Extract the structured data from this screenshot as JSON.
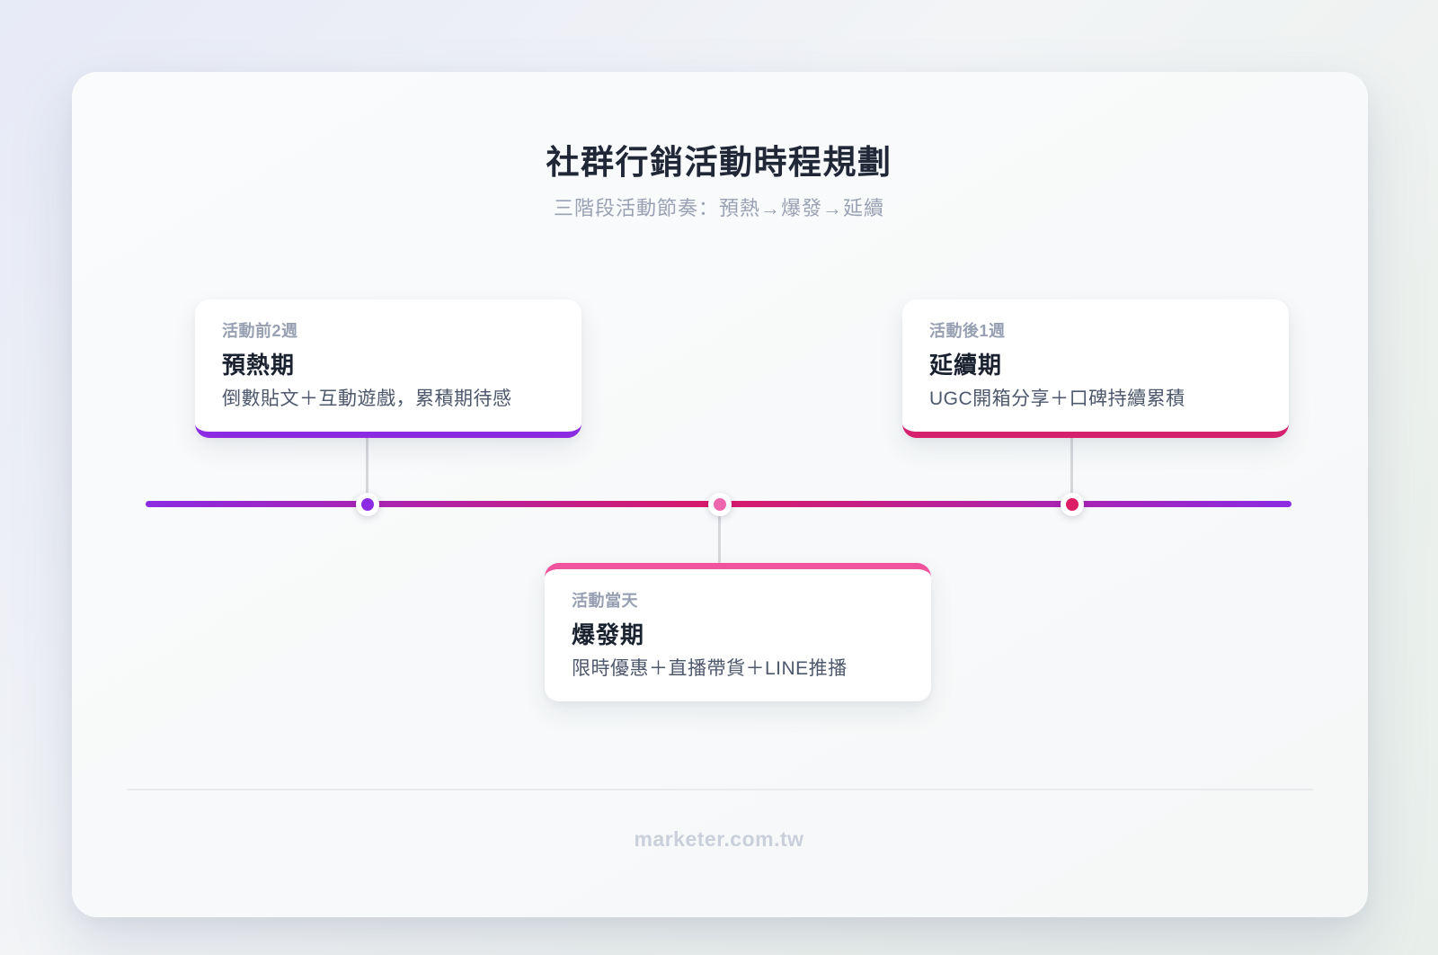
{
  "header": {
    "title": "社群行銷活動時程規劃",
    "subtitle": "三階段活動節奏：預熱→爆發→延續"
  },
  "timeline": {
    "line_gradient": [
      "#8B2BE2",
      "#D81A68",
      "#8B2BE2"
    ],
    "connector_color": "#D5D7DB",
    "phases": [
      {
        "period": "活動前2週",
        "name": "預熱期",
        "description": "倒數貼文＋互動遊戲，累積期待感",
        "accent_color": "#8B2BE2",
        "dot_color": "#8B2BE2",
        "card_position": "above"
      },
      {
        "period": "活動當天",
        "name": "爆發期",
        "description": "限時優惠＋直播帶貨＋LINE推播",
        "accent_color": "#EF549C",
        "dot_color": "#EE67AE",
        "card_position": "below"
      },
      {
        "period": "活動後1週",
        "name": "延續期",
        "description": "UGC開箱分享＋口碑持續累積",
        "accent_color": "#D6216F",
        "dot_color": "#DC1E64",
        "card_position": "above"
      }
    ]
  },
  "footer": {
    "site": "marketer.com.tw"
  }
}
